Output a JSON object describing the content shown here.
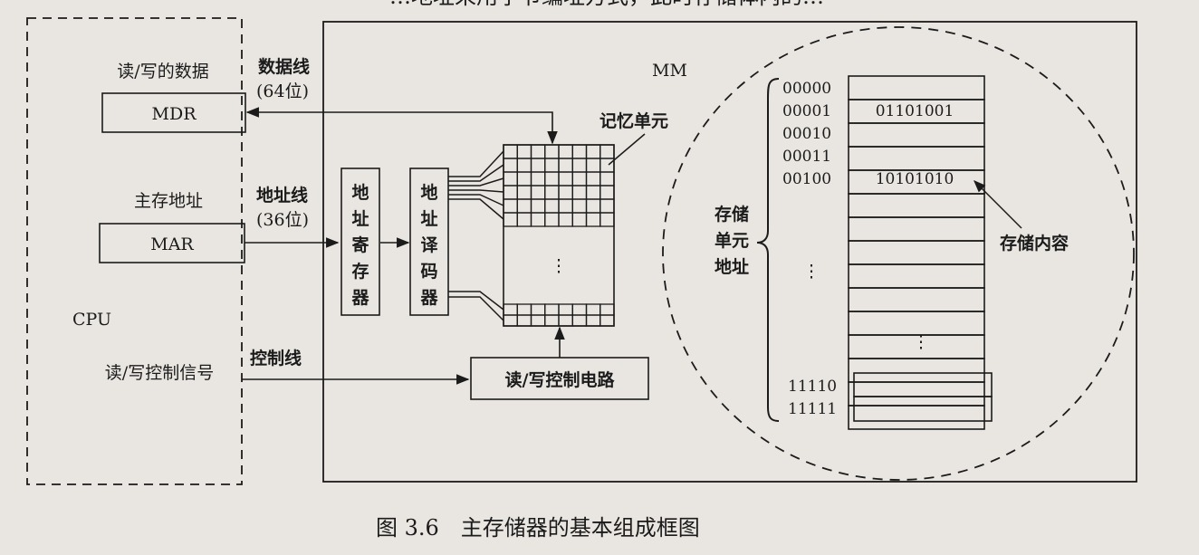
{
  "header_fragment": "…地址采用字节编址方式，此时存储体内的…",
  "cpu": {
    "label": "CPU",
    "rw_data_label": "读/写的数据",
    "mdr_label": "MDR",
    "main_addr_label": "主存地址",
    "mar_label": "MAR",
    "rw_ctrl_label": "读/写控制信号"
  },
  "buses": {
    "data_bus": "数据线",
    "data_bus_width": "(64位)",
    "addr_bus": "地址线",
    "addr_bus_width": "(36位)",
    "ctrl_bus": "控制线"
  },
  "mm": {
    "label": "MM",
    "addr_register": [
      "地",
      "址",
      "寄",
      "存",
      "器"
    ],
    "addr_decoder": [
      "地",
      "址",
      "译",
      "码",
      "器"
    ],
    "memory_cell_label": "记忆单元",
    "grid_ellipsis": "⋮",
    "rw_control_circuit": "读/写控制电路"
  },
  "zoom": {
    "unit_addr_label": [
      "存储",
      "单元",
      "地址"
    ],
    "contents_label": "存储内容",
    "addresses_top": [
      "00000",
      "00001",
      "00010",
      "00011",
      "00100"
    ],
    "contents_top": [
      "",
      "01101001",
      "",
      "",
      "10101010"
    ],
    "addr_ellipsis": "⋮",
    "contents_ellipsis": "⋮",
    "addresses_bottom": [
      "11110",
      "11111"
    ]
  },
  "caption": "图 3.6　主存储器的基本组成框图"
}
